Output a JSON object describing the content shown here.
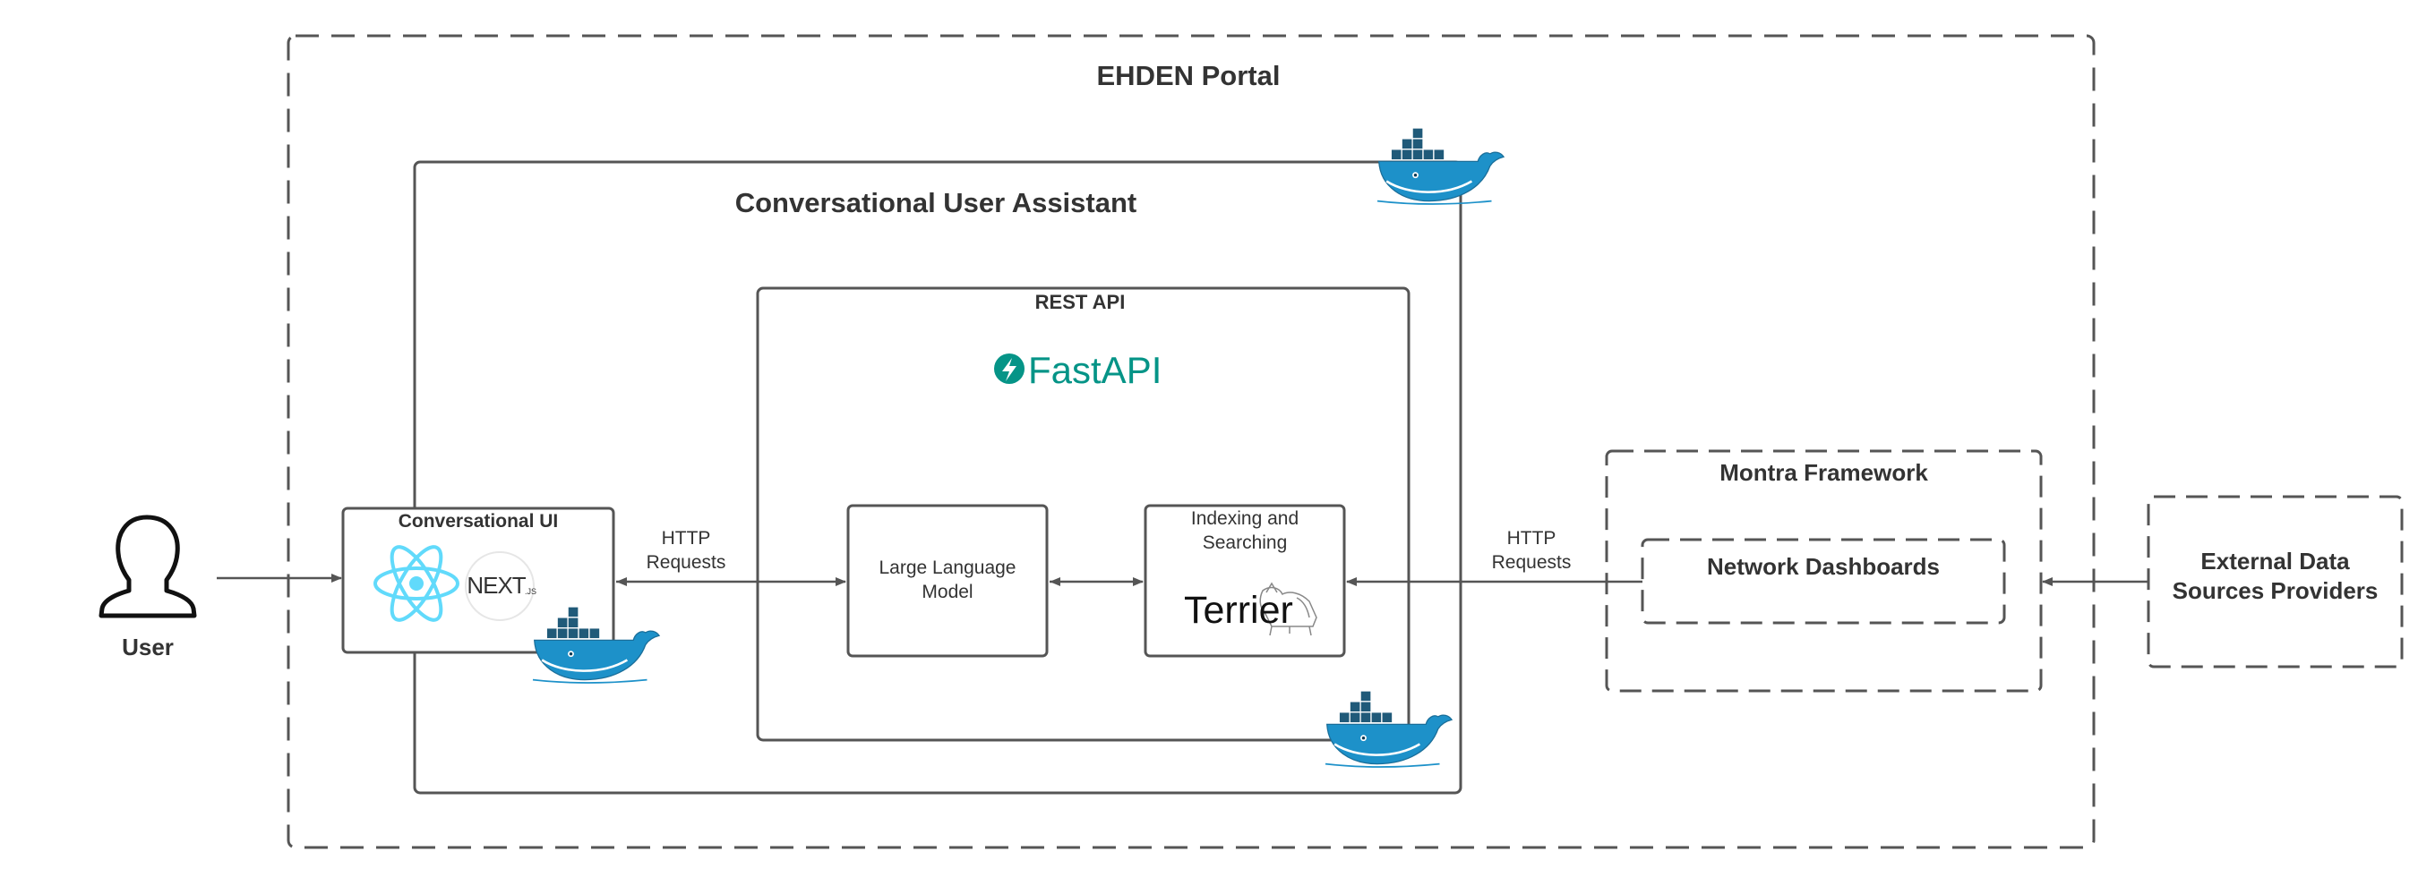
{
  "portal": {
    "title": "EHDEN Portal"
  },
  "assistant": {
    "title": "Conversational User Assistant"
  },
  "rest_api": {
    "title": "REST API",
    "logo_text": "FastAPI"
  },
  "conversational_ui": {
    "title": "Conversational UI",
    "next_logo": "NEXT"
  },
  "llm": {
    "label_line1": "Large Language",
    "label_line2": "Model"
  },
  "indexing": {
    "label_line1": "Indexing and",
    "label_line2": "Searching",
    "logo_text": "Terrier"
  },
  "montra": {
    "title": "Montra Framework",
    "dashboards": "Network Dashboards"
  },
  "external": {
    "line1": "External Data",
    "line2": "Sources Providers"
  },
  "user": {
    "label": "User"
  },
  "http_left": {
    "line1": "HTTP",
    "line2": "Requests"
  },
  "http_right": {
    "line1": "HTTP",
    "line2": "Requests"
  },
  "colors": {
    "line": "#555555",
    "docker": "#1d91c9",
    "docker_dark": "#205a79",
    "fastapi": "#059487",
    "react": "#61dafb"
  },
  "icons": [
    "user-icon",
    "docker-icon",
    "react-icon",
    "nextjs-icon",
    "fastapi-bolt-icon",
    "terrier-dog-icon"
  ]
}
